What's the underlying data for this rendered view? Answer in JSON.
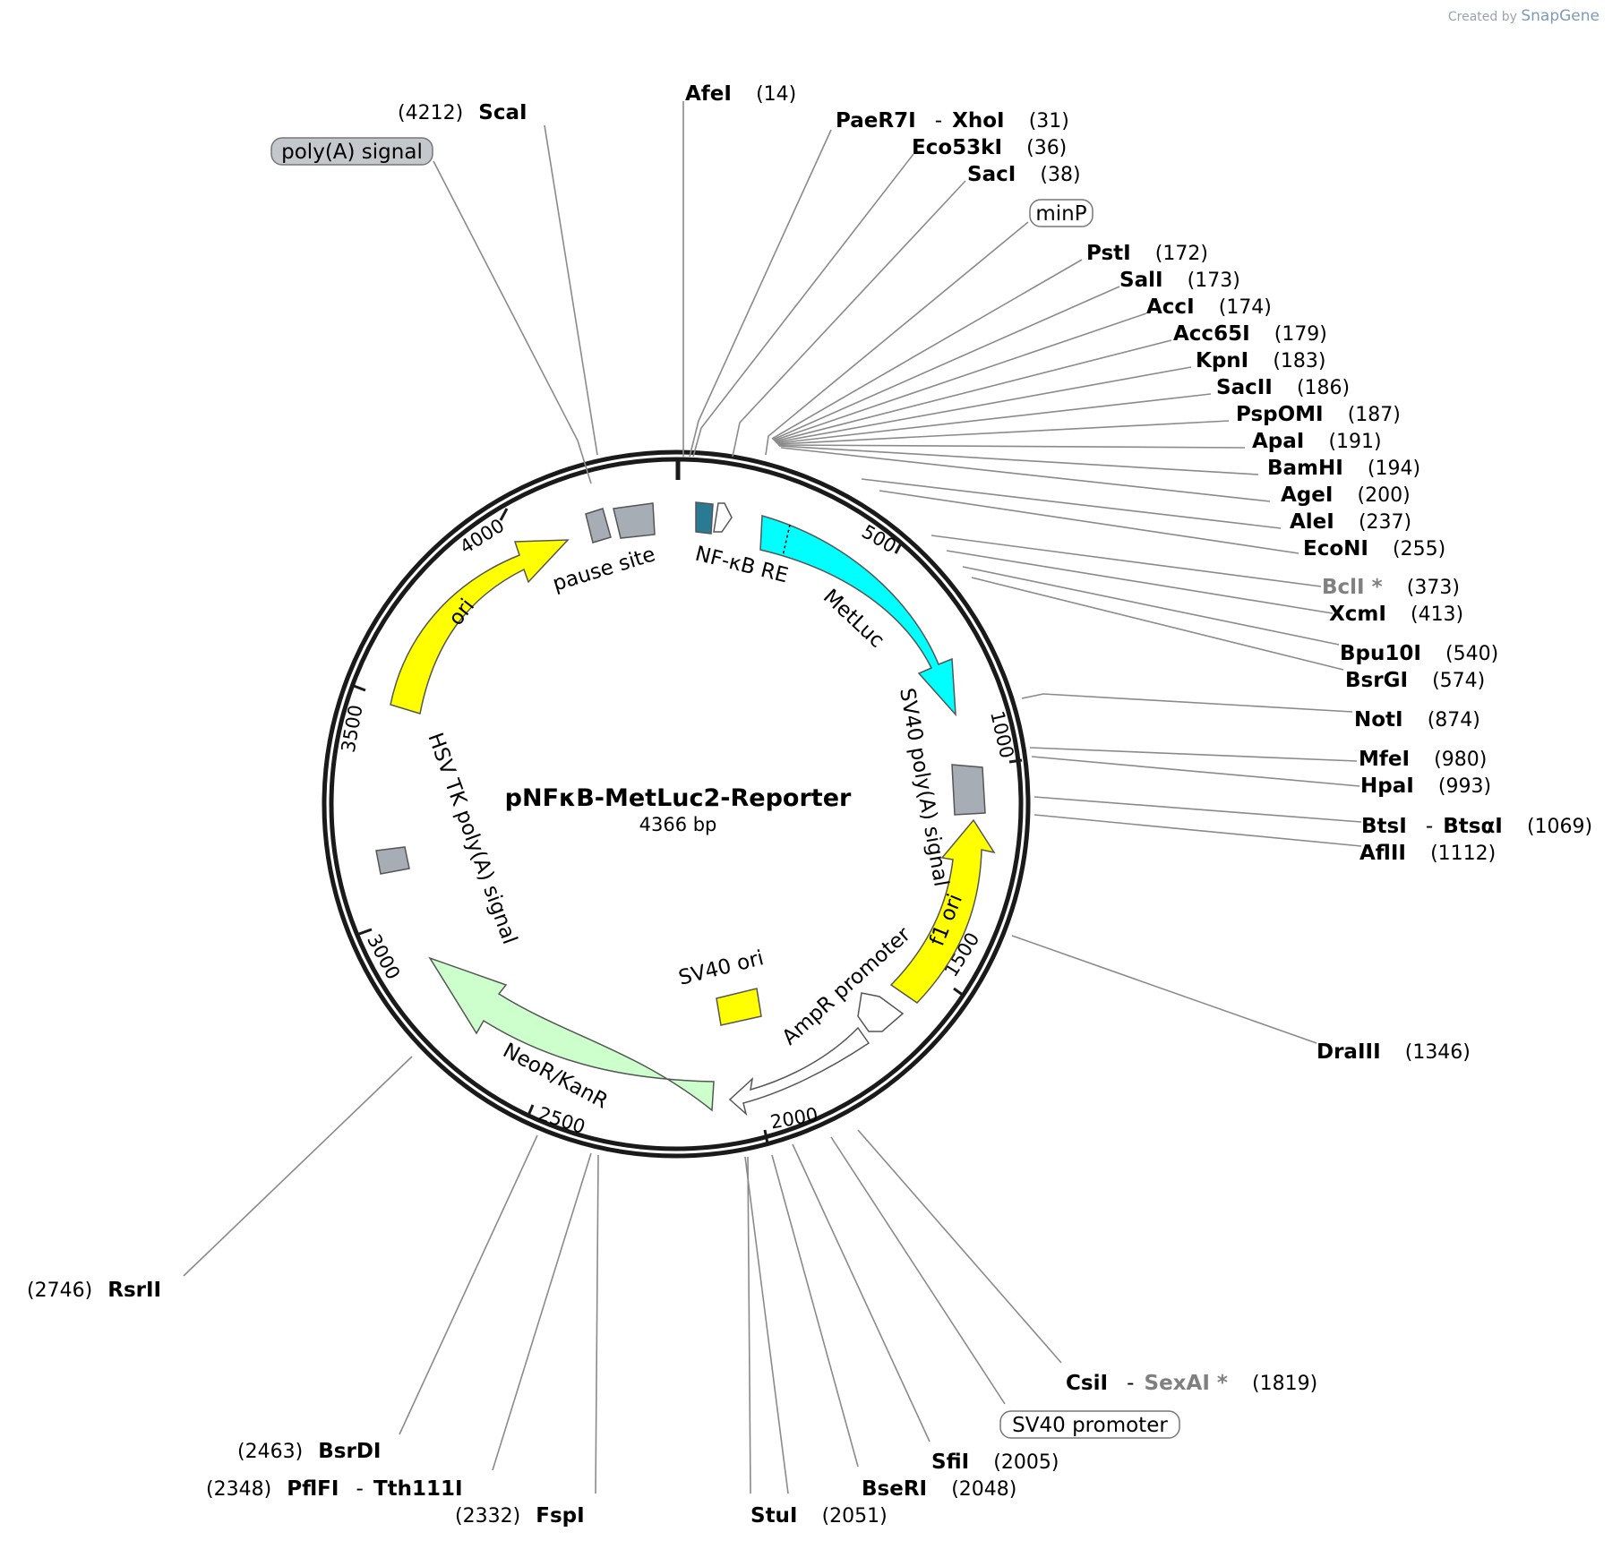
{
  "credit": {
    "created_by": "Created by",
    "brand": "SnapGene"
  },
  "plasmid": {
    "name": "pNFκB-MetLuc2-Reporter",
    "length_label": "4366 bp",
    "length_bp": 4366
  },
  "ticks": [
    "500",
    "1000",
    "1500",
    "2000",
    "2500",
    "3000",
    "3500",
    "4000"
  ],
  "features": {
    "nfkb_re": "NF-κB RE",
    "metluc": "MetLuc",
    "sv40_polya": "SV40 poly(A) signal",
    "f1_ori": "f1 ori",
    "ampr_promoter": "AmpR promoter",
    "sv40_ori": "SV40 ori",
    "neor_kanr": "NeoR/KanR",
    "hsv_tk_polya": "HSV TK poly(A) signal",
    "ori": "ori",
    "pause_site": "pause site"
  },
  "boxed_labels": {
    "polya_signal": "poly(A) signal",
    "minp": "minP",
    "sv40_promoter": "SV40 promoter"
  },
  "sites": [
    {
      "name": "ScaI",
      "pos": "(4212)"
    },
    {
      "name": "AfeI",
      "pos": "(14)"
    },
    {
      "name": "PaeR7I",
      "name2": "XhoI",
      "pos": "(31)"
    },
    {
      "name": "Eco53kI",
      "pos": "(36)"
    },
    {
      "name": "SacI",
      "pos": "(38)"
    },
    {
      "name": "PstI",
      "pos": "(172)"
    },
    {
      "name": "SalI",
      "pos": "(173)"
    },
    {
      "name": "AccI",
      "pos": "(174)"
    },
    {
      "name": "Acc65I",
      "pos": "(179)"
    },
    {
      "name": "KpnI",
      "pos": "(183)"
    },
    {
      "name": "SacII",
      "pos": "(186)"
    },
    {
      "name": "PspOMI",
      "pos": "(187)"
    },
    {
      "name": "ApaI",
      "pos": "(191)"
    },
    {
      "name": "BamHI",
      "pos": "(194)"
    },
    {
      "name": "AgeI",
      "pos": "(200)"
    },
    {
      "name": "AleI",
      "pos": "(237)"
    },
    {
      "name": "EcoNI",
      "pos": "(255)"
    },
    {
      "name": "BclI *",
      "pos": "(373)"
    },
    {
      "name": "XcmI",
      "pos": "(413)"
    },
    {
      "name": "Bpu10I",
      "pos": "(540)"
    },
    {
      "name": "BsrGI",
      "pos": "(574)"
    },
    {
      "name": "NotI",
      "pos": "(874)"
    },
    {
      "name": "MfeI",
      "pos": "(980)"
    },
    {
      "name": "HpaI",
      "pos": "(993)"
    },
    {
      "name": "BtsI",
      "name2": "BtsαI",
      "pos": "(1069)"
    },
    {
      "name": "AflII",
      "pos": "(1112)"
    },
    {
      "name": "DraIII",
      "pos": "(1346)"
    },
    {
      "name": "CsiI",
      "name2": "SexAI *",
      "pos": "(1819)"
    },
    {
      "name": "SfiI",
      "pos": "(2005)"
    },
    {
      "name": "BseRI",
      "pos": "(2048)"
    },
    {
      "name": "StuI",
      "pos": "(2051)"
    },
    {
      "name": "FspI",
      "pos": "(2332)"
    },
    {
      "name": "PflFI",
      "name2": "Tth111I",
      "pos": "(2348)"
    },
    {
      "name": "BsrDI",
      "pos": "(2463)"
    },
    {
      "name": "RsrII",
      "pos": "(2746)"
    }
  ],
  "colors": {
    "backbone": "#1a1a1a",
    "metluc": "#00ffff",
    "ori": "#ffff00",
    "f1_ori": "#ffff00",
    "sv40_ori": "#ffff00",
    "neor": "#ccffcc",
    "misc_feature": "#a6adb4",
    "nfkb": "#2a7a94",
    "promoter": "#ffffff"
  }
}
